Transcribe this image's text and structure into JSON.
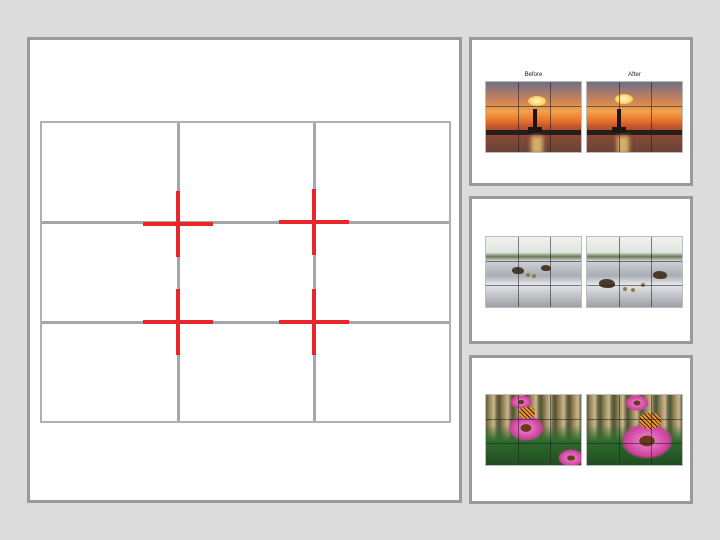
{
  "slide": {
    "examples": {
      "before_label": "Before",
      "after_label": "After"
    }
  },
  "colors": {
    "background": "#dcdcdc",
    "grid_line": "#a6a6a6",
    "crosshair": "#e8262c",
    "panel_border": "#9a9a9a"
  },
  "icons": [
    "crosshair-marker"
  ]
}
